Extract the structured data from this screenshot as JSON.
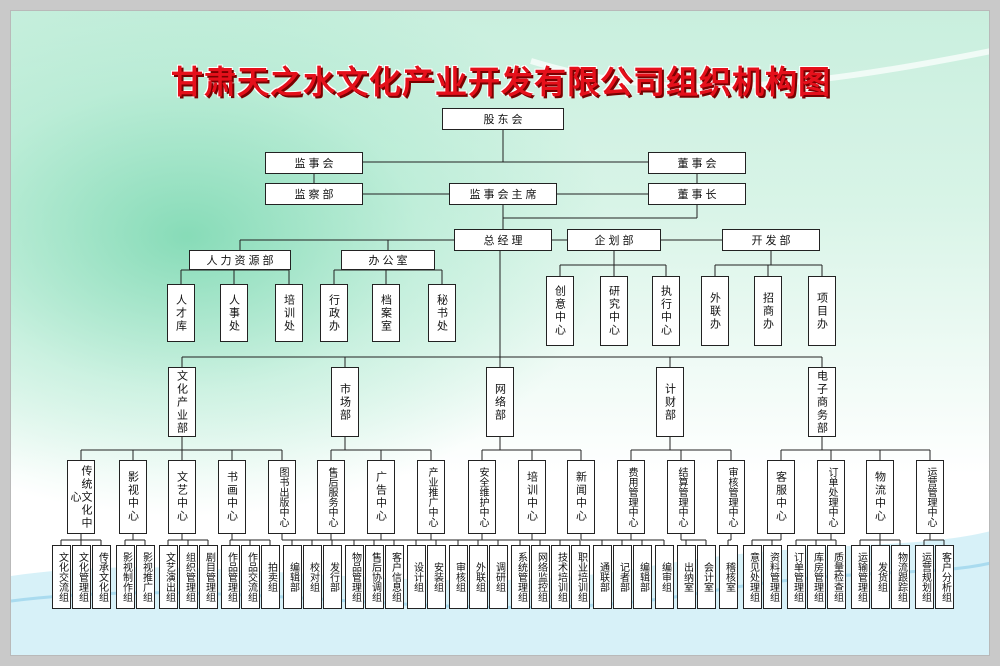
{
  "title": "甘肃天之水文化产业开发有限公司组织机构图",
  "nodes": {
    "shareholders": "股东会",
    "supervisory_board": "监事会",
    "board_of_directors": "董事会",
    "supervision_dept": "监察部",
    "supervisory_chair": "监事会主席",
    "chairman": "董事长",
    "general_manager": "总经理",
    "planning_dept": "企划部",
    "development_dept": "开发部",
    "hr_dept": "人力资源部",
    "office": "办公室",
    "hr_children": [
      "人才库",
      "人事处",
      "培训处"
    ],
    "office_children": [
      "行政办",
      "档案室",
      "秘书处"
    ],
    "planning_children": [
      "创意中心",
      "研究中心",
      "执行中心"
    ],
    "development_children": [
      "外联办",
      "招商办",
      "项目办"
    ]
  },
  "divisions": [
    {
      "name": "文化产业部",
      "centers": [
        {
          "name": "传统文化中心",
          "groups": [
            "文化交流组",
            "文化管理组",
            "传承文化组"
          ]
        },
        {
          "name": "影视中心",
          "groups": [
            "影视制作组",
            "影视推广组"
          ]
        },
        {
          "name": "文艺中心",
          "groups": [
            "文艺演出组",
            "组织管理组",
            "剧目管理组"
          ]
        },
        {
          "name": "书画中心",
          "groups": [
            "作品管理组",
            "作品交流组",
            "拍卖组"
          ]
        },
        {
          "name": "图书出版中心",
          "groups": [
            "编辑部",
            "校对组",
            "发行部"
          ]
        }
      ]
    },
    {
      "name": "市场部",
      "centers": [
        {
          "name": "售后服务中心",
          "groups": [
            "物品管理组",
            "售后协调组",
            "客户信息组"
          ]
        },
        {
          "name": "广告中心",
          "groups": [
            "设计组",
            "安装组"
          ]
        },
        {
          "name": "产业推广中心",
          "groups": [
            "审核组",
            "外联组",
            "调研组"
          ]
        }
      ]
    },
    {
      "name": "网络部",
      "centers": [
        {
          "name": "安全维护中心",
          "groups": [
            "系统管理组",
            "网络监控组"
          ]
        },
        {
          "name": "培训中心",
          "groups": [
            "技术培训组",
            "职业培训组"
          ]
        },
        {
          "name": "新闻中心",
          "groups": [
            "通联部",
            "记者部",
            "编辑部"
          ]
        }
      ]
    },
    {
      "name": "计财部",
      "centers": [
        {
          "name": "费用管理中心",
          "groups": [
            "编审组"
          ]
        },
        {
          "name": "结算管理中心",
          "groups": [
            "出纳室",
            "会计室"
          ]
        },
        {
          "name": "审核管理中心",
          "groups": [
            "稽核室"
          ]
        }
      ]
    },
    {
      "name": "电子商务部",
      "centers": [
        {
          "name": "客服中心",
          "groups": [
            "意见处理组",
            "资料管理组"
          ]
        },
        {
          "name": "订单处理中心",
          "groups": [
            "订单管理组",
            "库房管理组",
            "质量检查组"
          ]
        },
        {
          "name": "物流中心",
          "groups": [
            "运输管理组",
            "发货组",
            "物流跟踪组"
          ]
        },
        {
          "name": "运营管理中心",
          "groups": [
            "运营规划组",
            "客户分析组"
          ]
        }
      ]
    }
  ]
}
